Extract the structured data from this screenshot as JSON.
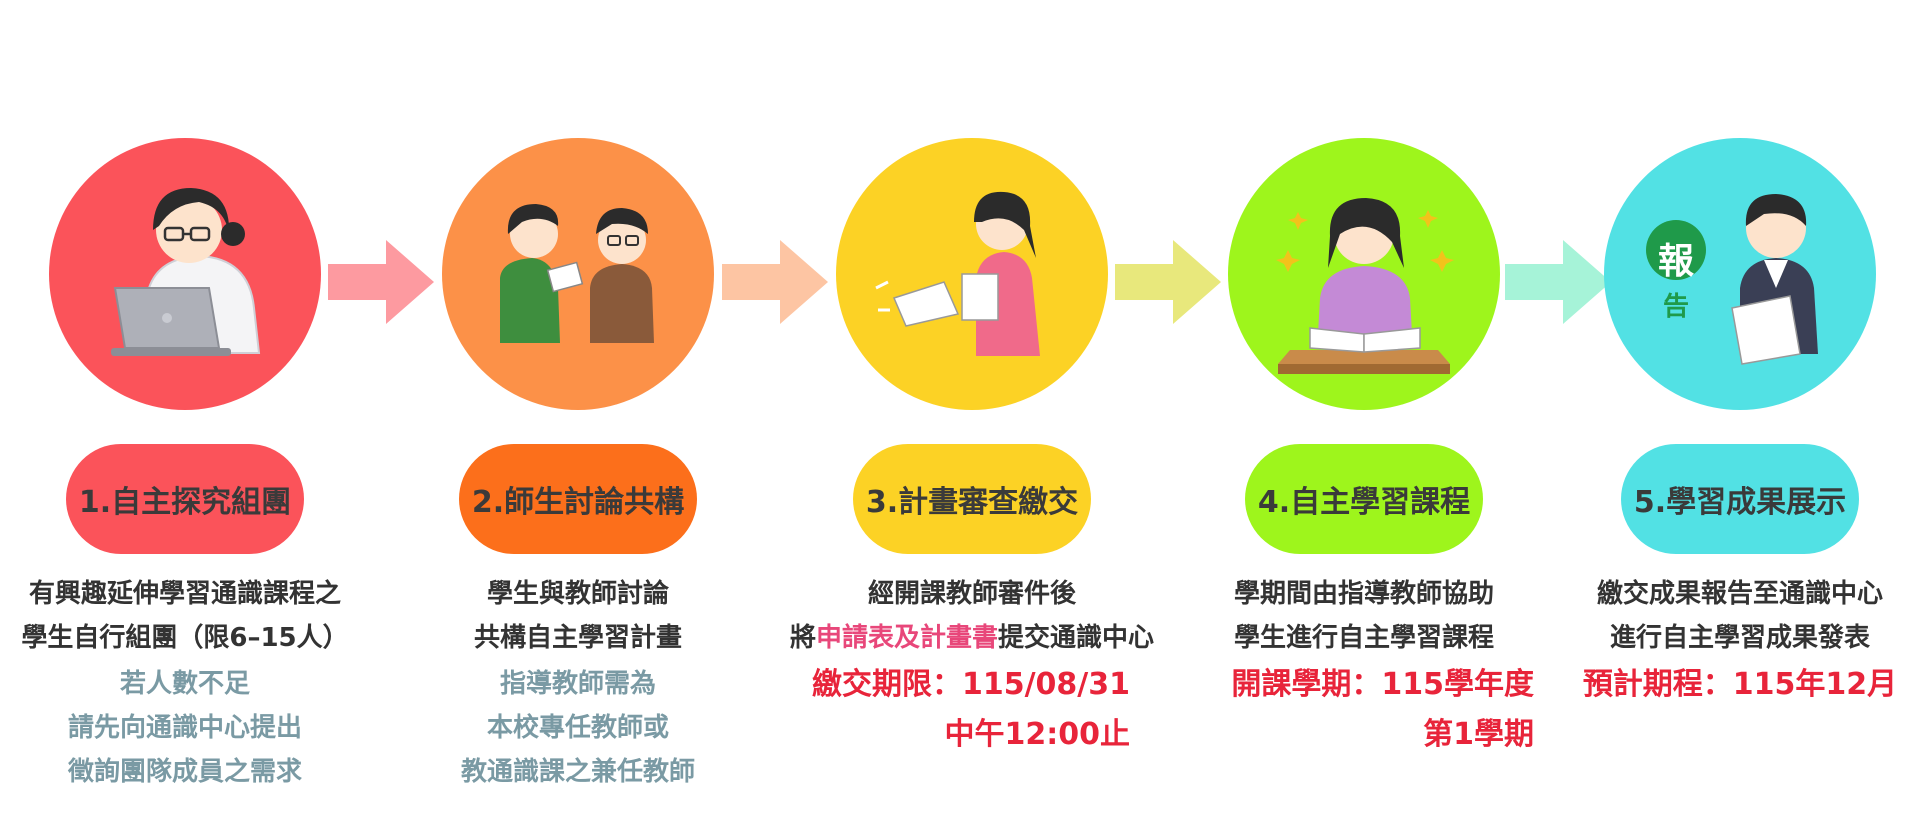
{
  "colors": {
    "circle": [
      "#fb535a",
      "#fc9148",
      "#fcd225",
      "#9ef51c",
      "#52e1e4"
    ],
    "pill": [
      "#fb535a",
      "#fc6f1b",
      "#fcd225",
      "#9ef51c",
      "#52e1e4"
    ],
    "arrow": [
      "#fd9aa0",
      "#fdc5a3",
      "#e8e87c",
      "#a6f3d8"
    ],
    "note_text": "#7a9aa4",
    "deadline_text": "#e8243a",
    "highlight_text": "#e8477a"
  },
  "steps": [
    {
      "title": "1.自主探究組團",
      "desc": [
        "有興趣延伸學習通識課程之",
        "學生自行組團（限6–15人）"
      ],
      "note": [
        "若人數不足",
        "請先向通識中心提出",
        "徵詢團隊成員之需求"
      ],
      "icon": "student-laptop-icon"
    },
    {
      "title": "2.師生討論共構",
      "desc": [
        "學生與教師討論",
        "共構自主學習計畫"
      ],
      "note": [
        "指導教師需為",
        "本校專任教師或",
        "教通識課之兼任教師"
      ],
      "icon": "teacher-student-discussion-icon"
    },
    {
      "title": "3.計畫審查繳交",
      "desc_line1": "經開課教師審件後",
      "desc_line2_prefix": "將",
      "desc_line2_highlight": "申請表及計畫書",
      "desc_line2_suffix": "提交通識中心",
      "deadline": [
        "繳交期限：115/08/31",
        "中午12:00止"
      ],
      "icon": "submit-documents-icon"
    },
    {
      "title": "4.自主學習課程",
      "desc": [
        "學期間由指導教師協助",
        "學生進行自主學習課程"
      ],
      "deadline": [
        "開課學期：115學年度",
        "第1學期"
      ],
      "icon": "studying-student-icon"
    },
    {
      "title": "5.學習成果展示",
      "desc": [
        "繳交成果報告至通識中心",
        "進行自主學習成果發表"
      ],
      "deadline": [
        "預計期程：115年12月"
      ],
      "report_badge": [
        "報",
        "告"
      ],
      "icon": "report-presentation-icon"
    }
  ]
}
